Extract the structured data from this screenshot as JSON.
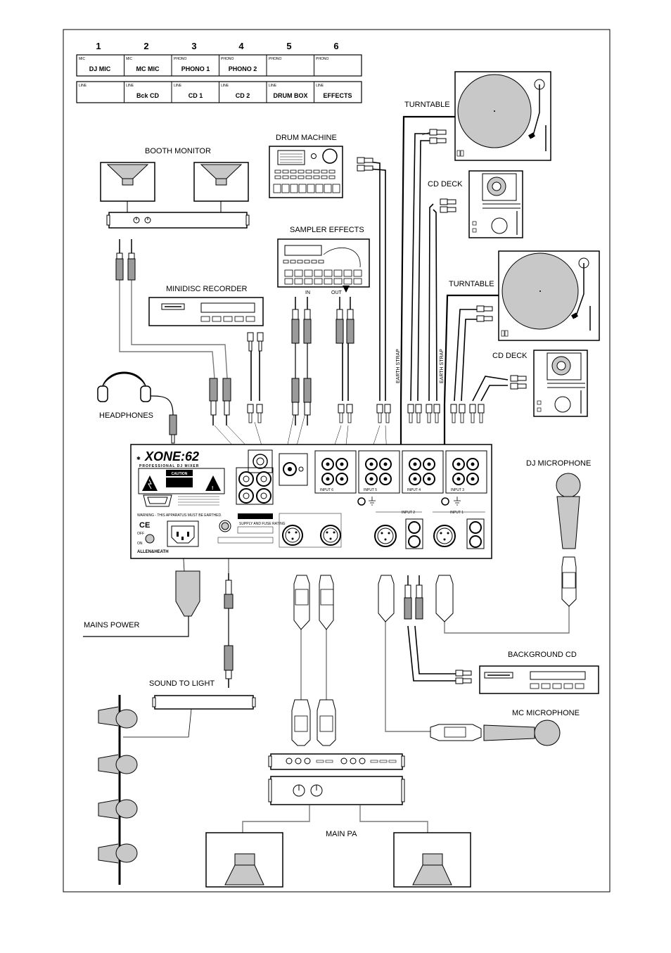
{
  "channel_table": {
    "numbers": [
      "1",
      "2",
      "3",
      "4",
      "5",
      "6"
    ],
    "top_row": [
      {
        "type": "MIC",
        "name": "DJ MIC"
      },
      {
        "type": "MIC",
        "name": "MC MIC"
      },
      {
        "type": "PHONO",
        "name": "PHONO 1"
      },
      {
        "type": "PHONO",
        "name": "PHONO 2"
      },
      {
        "type": "PHONO",
        "name": ""
      },
      {
        "type": "PHONO",
        "name": ""
      }
    ],
    "bottom_row": [
      {
        "type": "LINE",
        "name": ""
      },
      {
        "type": "LINE",
        "name": "Bck CD"
      },
      {
        "type": "LINE",
        "name": "CD 1"
      },
      {
        "type": "LINE",
        "name": "CD 2"
      },
      {
        "type": "LINE",
        "name": "DRUM BOX"
      },
      {
        "type": "LINE",
        "name": "EFFECTS"
      }
    ]
  },
  "devices": {
    "turntable_top": "TURNTABLE",
    "drum_machine": "DRUM MACHINE",
    "booth_monitor": "BOOTH MONITOR",
    "cd_deck_top": "CD DECK",
    "sampler_effects": "SAMPLER EFFECTS",
    "sampler_in": "IN",
    "sampler_out": "OUT",
    "minidisc_recorder": "MINIDISC RECORDER",
    "turntable_bottom": "TURNTABLE",
    "earth_strap_1": "EARTH STRAP",
    "earth_strap_2": "EARTH STRAP",
    "cd_deck_bottom": "CD DECK",
    "headphones": "HEADPHONES",
    "dj_microphone": "DJ MICROPHONE",
    "mains_power": "MAINS POWER",
    "background_cd": "BACKGROUND CD",
    "sound_to_light": "SOUND TO LIGHT",
    "mc_microphone": "MC MICROPHONE",
    "main_pa": "MAIN PA"
  },
  "mixer": {
    "logo": "XONE:62",
    "subtitle": "PROFESSIONAL DJ MIXER",
    "caution": "CAUTION",
    "warning": "WARNING - THIS APPARATUS MUST BE EARTHED.",
    "ce_mark": "CE",
    "brand": "ALLEN&HEATH",
    "switch_off": "OFF",
    "switch_on": "ON",
    "supply_label": "SUPPLY AND FUSE RATING",
    "input_6": "INPUT  6",
    "input_5": "INPUT  5",
    "input_4": "INPUT  4",
    "input_3": "INPUT  3",
    "input_2": "INPUT  2",
    "input_1": "INPUT  1"
  },
  "colors": {
    "line": "#000000",
    "speaker_fill": "#c8c8c8",
    "turntable_platter": "#c8c8c8",
    "cable_grey": "#7a7a7a"
  }
}
